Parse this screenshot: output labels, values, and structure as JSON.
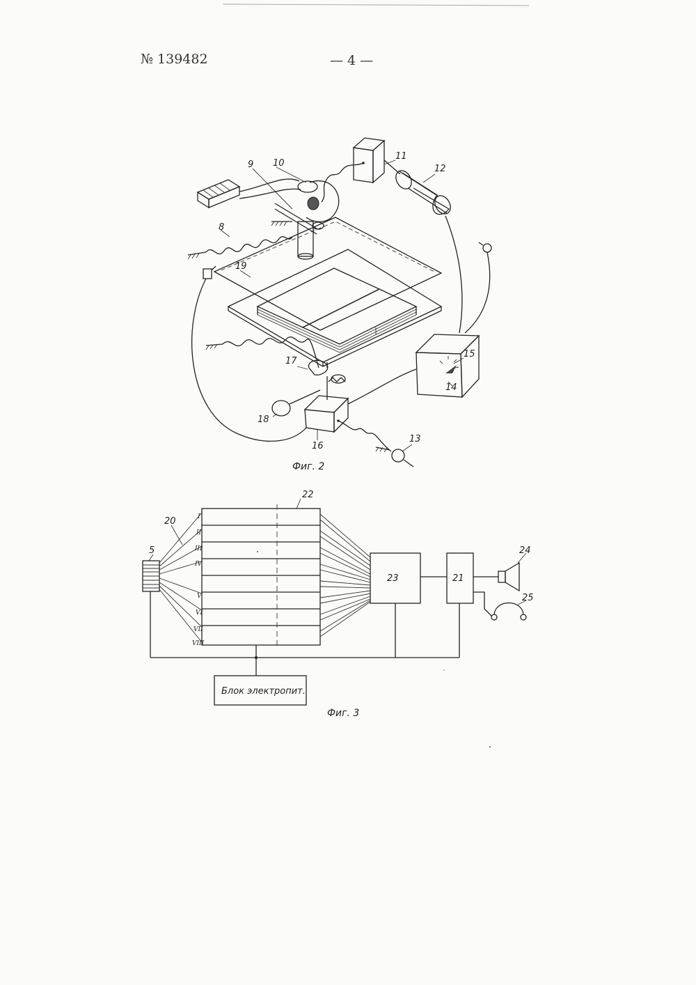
{
  "header": {
    "doc_number": "№ 139482",
    "page_number": "— 4 —"
  },
  "figure2": {
    "caption": "Фиг. 2",
    "labels": {
      "l8": "8",
      "l9": "9",
      "l10": "10",
      "l11": "11",
      "l12": "12",
      "l13": "13",
      "l14": "14",
      "l15": "15",
      "l16": "16",
      "l17": "17",
      "l18": "18",
      "l19": "19"
    }
  },
  "figure3": {
    "caption": "Фиг. 3",
    "power_block": "Блок электропит.",
    "labels": {
      "l5": "5",
      "l20": "20",
      "l21": "21",
      "l22": "22",
      "l23": "23",
      "l24": "24",
      "l25": "25"
    },
    "channels": [
      "I",
      "II",
      "III",
      "IV",
      "V",
      "VI",
      "VII",
      "VIII"
    ]
  }
}
